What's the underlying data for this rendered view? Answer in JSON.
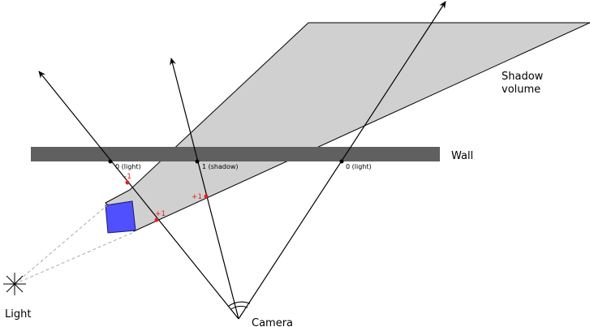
{
  "labels": {
    "shadow_volume_line1": "Shadow",
    "shadow_volume_line2": "volume",
    "wall": "Wall",
    "light": "Light",
    "camera": "Camera"
  },
  "intersections": {
    "wall_left": "0 (light)",
    "wall_middle": "1 (shadow)",
    "wall_right": "0 (light)",
    "count_minus": "-1",
    "count_plus_left": "+1",
    "count_plus_right": "+1"
  },
  "colors": {
    "shadow_volume": "#d0d0d0",
    "wall": "#606060",
    "occluder": "#5050ff",
    "counter_marks": "#e02020",
    "lines": "#000000",
    "projection_dashes": "#aaaaaa"
  }
}
